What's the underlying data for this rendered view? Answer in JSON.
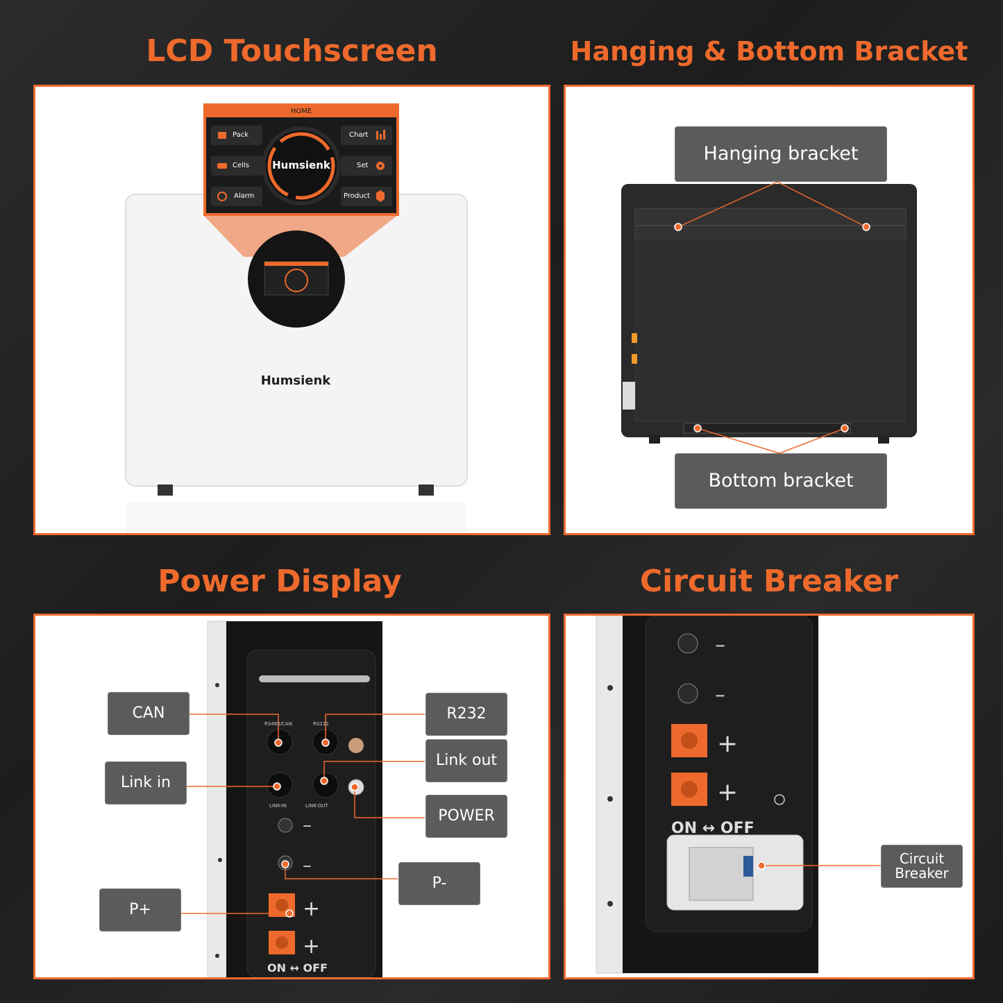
{
  "titles": {
    "lcd": "LCD Touchscreen",
    "bracket": "Hanging & Bottom Bracket",
    "power": "Power Display",
    "breaker": "Circuit Breaker"
  },
  "lcd_panel": {
    "screen_header": "HOME",
    "brand": "Humsienk",
    "menu": {
      "pack": "Pack",
      "cells": "Cells",
      "alarm": "Alarm",
      "chart": "Chart",
      "set": "Set",
      "product": "Product"
    },
    "device_brand": "Humsienk"
  },
  "bracket_panel": {
    "hanging_label": "Hanging bracket",
    "bottom_label": "Bottom bracket"
  },
  "power_panel": {
    "can": "CAN",
    "link_in": "Link in",
    "p_plus": "P+",
    "r232": "R232",
    "link_out": "Link out",
    "power": "POWER",
    "p_minus": "P-",
    "port_rs485": "RS485/CAN",
    "port_rs232": "RS232",
    "port_link_in": "LINK-IN",
    "port_link_out": "LINK-OUT",
    "switch_text": "ON ↔ OFF"
  },
  "breaker_panel": {
    "label": "Circuit Breaker",
    "switch_text": "ON ↔ OFF"
  },
  "colors": {
    "accent": "#ee6a2c",
    "callout": "#5b5b5b",
    "panel": "#ffffff",
    "background": "#222222"
  }
}
